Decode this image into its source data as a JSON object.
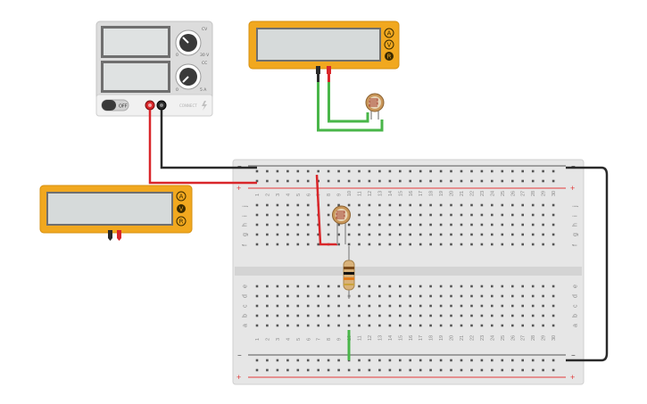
{
  "power_supply": {
    "off_label": "OFF",
    "voltage_knob": {
      "max_label": "30 V",
      "min_label": "0",
      "corner_label": "CV"
    },
    "current_knob": {
      "max_label": "5 A",
      "min_label": "0",
      "corner_label": "CC"
    },
    "brand": "CONNECT"
  },
  "multimeters": [
    {
      "id": "top-multimeter",
      "modes": [
        "A",
        "V",
        "R"
      ]
    },
    {
      "id": "left-multimeter",
      "modes": [
        "A",
        "V",
        "R"
      ]
    }
  ],
  "breadboard": {
    "columns": [
      "1",
      "2",
      "3",
      "4",
      "5",
      "6",
      "7",
      "8",
      "9",
      "10",
      "11",
      "12",
      "13",
      "14",
      "15",
      "16",
      "17",
      "18",
      "19",
      "20",
      "21",
      "22",
      "23",
      "24",
      "25",
      "26",
      "27",
      "28",
      "29",
      "30"
    ],
    "top_rows": [
      "j",
      "i",
      "h",
      "g",
      "f"
    ],
    "bottom_rows": [
      "e",
      "d",
      "c",
      "b",
      "a"
    ],
    "rail_plus": "+",
    "rail_minus": "−"
  },
  "colors": {
    "multimeter_body": "#f1a81f",
    "wire_red": "#d9262a",
    "wire_black": "#2a2a2a",
    "wire_green": "#49b649",
    "board": "#e6e6e6",
    "rail_red": "#e23a3a"
  }
}
